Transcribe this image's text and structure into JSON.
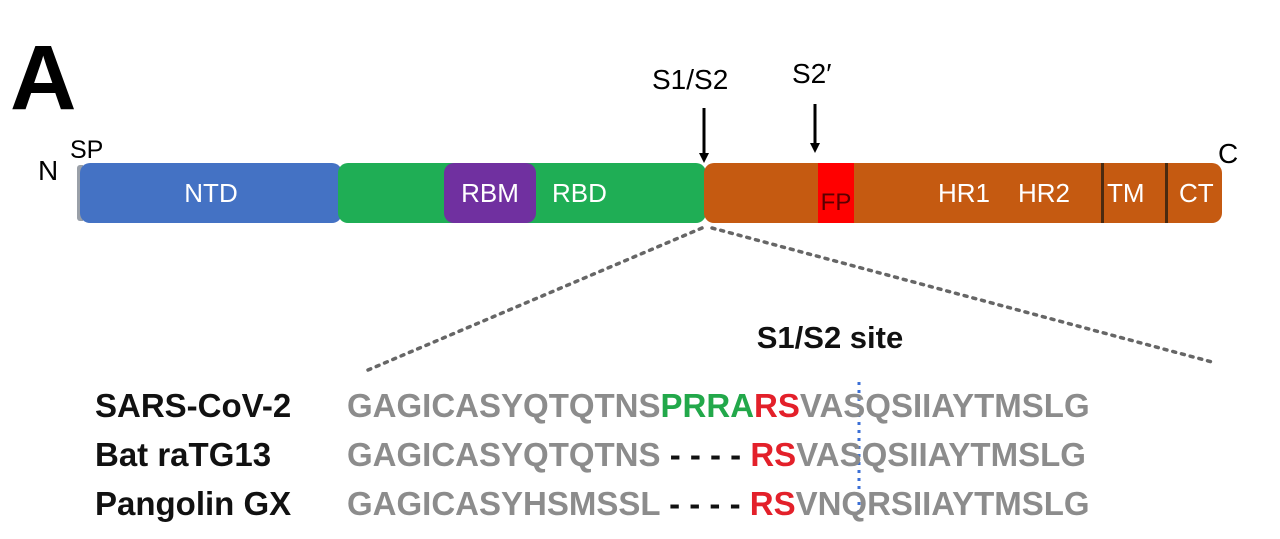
{
  "figure": {
    "panel_letter": "A",
    "n_terminus": "N",
    "c_terminus": "C",
    "signal_peptide": "SP",
    "cleavage_sites": [
      {
        "label": "S1/S2"
      },
      {
        "label": "S2′"
      }
    ],
    "domains": {
      "ntd": "NTD",
      "rbm": "RBM",
      "rbd": "RBD",
      "fp": "FP",
      "hr1": "HR1",
      "hr2": "HR2",
      "tm": "TM",
      "ct": "CT"
    },
    "colors": {
      "ntd": "#4472c4",
      "rbd": "#1fae55",
      "rbm": "#7030a0",
      "s2_region": "#c55a11",
      "fp": "#ff0000",
      "sequence_grey": "#8c8c8c",
      "insert_green": "#22a84a",
      "cleavage_red": "#e3202a",
      "site_line": "#3b6fd6"
    },
    "alignment": {
      "title": "S1/S2 site",
      "rows": [
        {
          "name": "SARS-CoV-2",
          "pre": "GAGICASYQTQTNS",
          "insert": "PRRA",
          "site": "RS",
          "post": "VASQSIIAYTMSLG"
        },
        {
          "name": "Bat raTG13",
          "pre": "GAGICASYQTQTNS",
          "insert": " - - - - ",
          "site": "RS",
          "post": "VASQSIIAYTMSLG"
        },
        {
          "name": "Pangolin GX",
          "pre": "GAGICASYHSMSSL",
          "insert": " - - - - ",
          "site": "RS",
          "post": "VNQRSIIAYTMSLG"
        }
      ]
    }
  }
}
